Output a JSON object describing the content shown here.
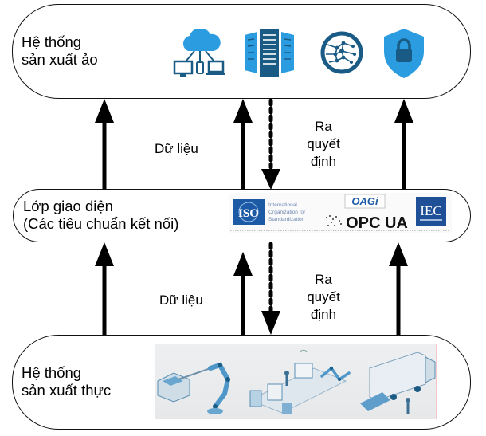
{
  "diagram": {
    "layers": [
      {
        "id": "virtual",
        "label": "Hệ thống\nsản xuất ảo",
        "icons": [
          "cloud-network-icon",
          "server-rack-icon",
          "neural-network-globe-icon",
          "security-shield-lock-icon"
        ]
      },
      {
        "id": "interface",
        "label": "Lớp giao diện\n(Các tiêu chuẩn kết nối)",
        "standards": {
          "iso": {
            "mark": "ISO",
            "text": "International\nOrganization for\nStandardization"
          },
          "oagi": {
            "mark": "OAGi"
          },
          "opcua": {
            "mark": "OPC UA"
          },
          "iec": {
            "mark": "IEC"
          }
        }
      },
      {
        "id": "physical",
        "label": "Hệ thống\nsản xuất thực",
        "illustration": [
          "robot-arm-illustration",
          "assembly-line-illustration",
          "delivery-truck-illustration"
        ]
      }
    ],
    "edges": {
      "upper": {
        "data_label": "Dữ liệu",
        "decision_label": "Ra\nquyết\nđịnh"
      },
      "lower": {
        "data_label": "Dữ liệu",
        "decision_label": "Ra\nquyết\nđịnh"
      }
    },
    "colors": {
      "icon_light": "#2b9ce0",
      "icon_dark": "#1a5b86",
      "iso_blue": "#1d5aa6",
      "iec_blue": "#1f4f97",
      "stroke": "#000000"
    }
  }
}
